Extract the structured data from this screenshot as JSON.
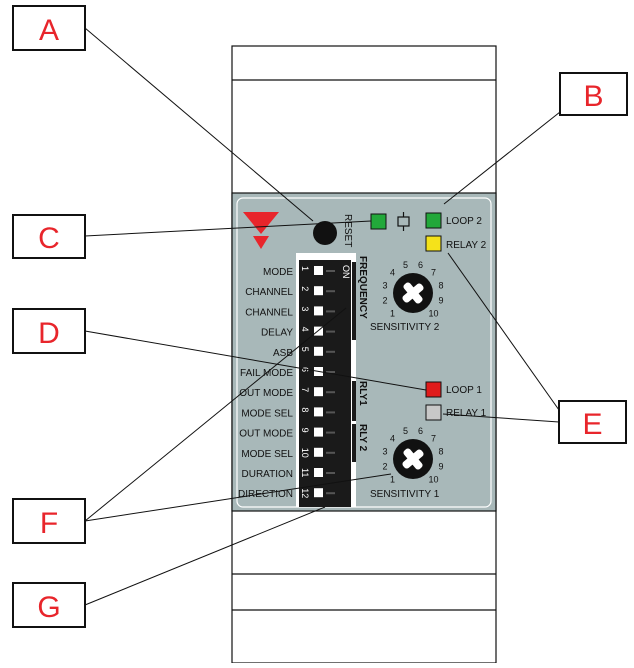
{
  "callouts": {
    "a": "A",
    "b": "B",
    "c": "C",
    "d": "D",
    "e": "E",
    "f": "F",
    "g": "G"
  },
  "panel": {
    "reset_label": "RESET",
    "relay_symbol": "⊏⊐",
    "on_label": "ON",
    "frequency_label": "FREQUENCY",
    "rly1_label": "RLY1",
    "rly2_label": "RLY 2"
  },
  "leds": {
    "loop2": {
      "label": "LOOP 2",
      "color": "#22a83a"
    },
    "relay2": {
      "label": "RELAY 2",
      "color": "#f5e21a"
    },
    "loop1": {
      "label": "LOOP 1",
      "color": "#e01b1b"
    },
    "relay1": {
      "label": "RELAY 1",
      "color": "#c8c8c8"
    },
    "power": {
      "color": "#22a83a"
    }
  },
  "dip_switches": [
    {
      "label": "MODE",
      "number": "1"
    },
    {
      "label": "CHANNEL",
      "number": "2"
    },
    {
      "label": "CHANNEL",
      "number": "3"
    },
    {
      "label": "DELAY",
      "number": "4"
    },
    {
      "label": "ASB",
      "number": "5"
    },
    {
      "label": "FAIL MODE",
      "number": "6"
    },
    {
      "label": "OUT MODE",
      "number": "7"
    },
    {
      "label": "MODE SEL",
      "number": "8"
    },
    {
      "label": "OUT MODE",
      "number": "9"
    },
    {
      "label": "MODE SEL",
      "number": "10"
    },
    {
      "label": "DURATION",
      "number": "11"
    },
    {
      "label": "DIRECTION",
      "number": "12"
    }
  ],
  "dials": [
    {
      "label": "SENSITIVITY 2",
      "scale": [
        "1",
        "2",
        "3",
        "4",
        "5",
        "6",
        "7",
        "8",
        "9",
        "10"
      ]
    },
    {
      "label": "SENSITIVITY 1",
      "scale": [
        "1",
        "2",
        "3",
        "4",
        "5",
        "6",
        "7",
        "8",
        "9",
        "10"
      ]
    }
  ],
  "colors": {
    "panel": "#a8b8b9",
    "brand_red": "#e8252b",
    "switch_body": "#1a1a1a",
    "callout_text": "#e8252b"
  }
}
